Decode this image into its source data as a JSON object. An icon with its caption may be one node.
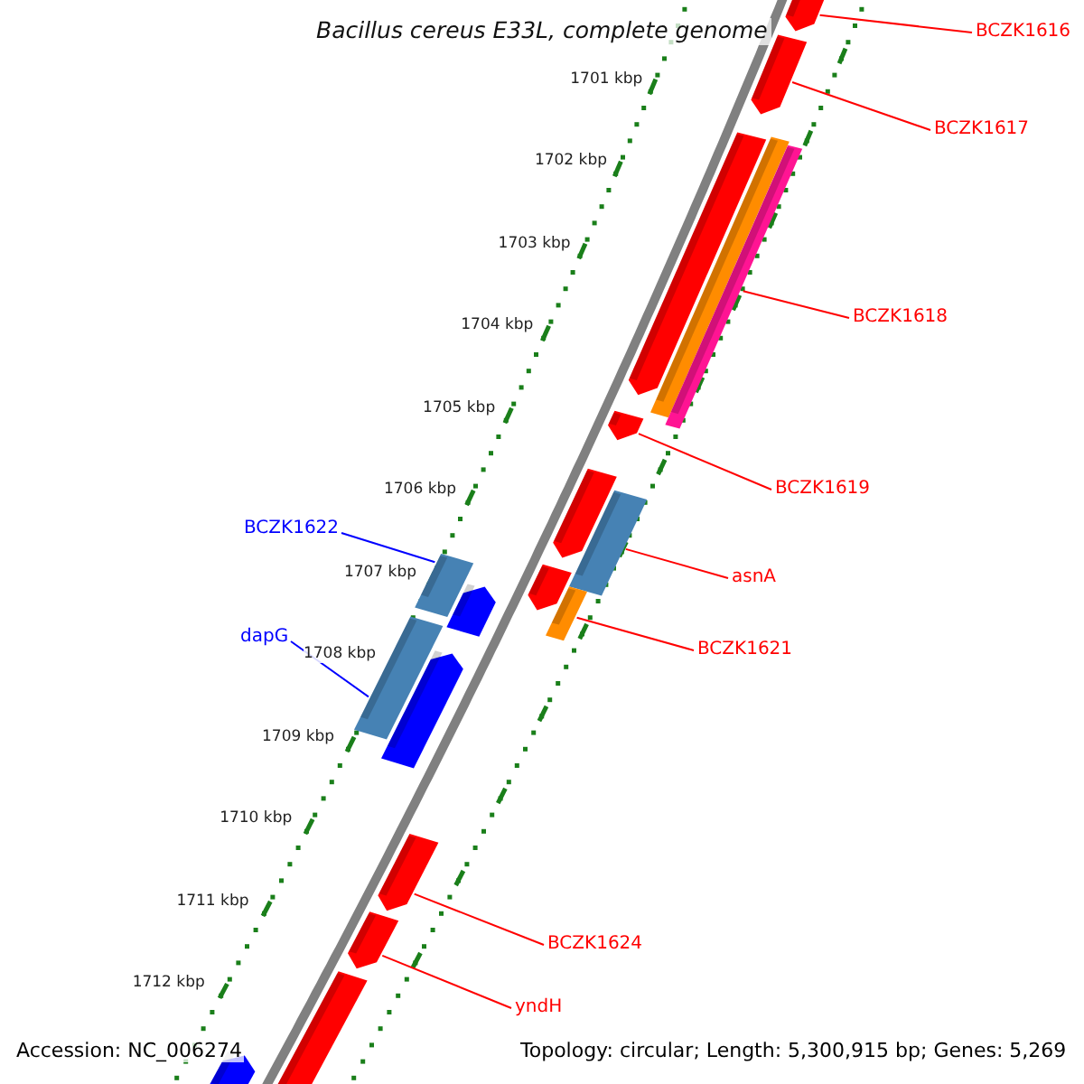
{
  "diagram": {
    "title": "Bacillus cereus E33L, complete genome",
    "nodes": [
      {
        "text": [
          "BCZK1616"
        ]
      },
      {
        "text": [
          "BCZK1617"
        ]
      },
      {
        "text": [
          "BCZK1618"
        ]
      },
      {
        "text": [
          "BCZK1619"
        ]
      },
      {
        "text": [
          "asnA"
        ]
      },
      {
        "text": [
          "BCZK1621"
        ]
      },
      {
        "text": [
          "BCZK1622"
        ]
      },
      {
        "text": [
          "dapG"
        ]
      },
      {
        "text": [
          "BCZK1624"
        ]
      },
      {
        "text": [
          "yndH"
        ]
      },
      {
        "text": [],
        "shape": "bar"
      },
      {
        "text": [],
        "shape": "bar"
      },
      {
        "text": [],
        "shape": "bar"
      },
      {
        "text": [],
        "shape": "bar"
      },
      {
        "text": [],
        "shape": "bar"
      },
      {
        "text": [],
        "shape": "bar"
      },
      {
        "text": [],
        "shape": "bar"
      },
      {
        "text": [],
        "shape": "bar"
      },
      {
        "text": [],
        "shape": "bar"
      },
      {
        "text": [],
        "shape": "bar"
      }
    ],
    "edges": [
      {
        "from": 0,
        "to": 10,
        "arrow": "none"
      },
      {
        "from": 1,
        "to": 11,
        "arrow": "none"
      },
      {
        "from": 2,
        "to": 12,
        "arrow": "none"
      },
      {
        "from": 3,
        "to": 13,
        "arrow": "none"
      },
      {
        "from": 4,
        "to": 14,
        "arrow": "none"
      },
      {
        "from": 5,
        "to": 15,
        "arrow": "none"
      },
      {
        "from": 6,
        "to": 16,
        "arrow": "none",
        "color": "#0000ff"
      },
      {
        "from": 7,
        "to": 17,
        "arrow": "none",
        "color": "#0000ff"
      },
      {
        "from": 8,
        "to": 18,
        "arrow": "none"
      },
      {
        "from": 9,
        "to": 19,
        "arrow": "none"
      }
    ],
    "labels": [
      "1701 kbp",
      "1702 kbp",
      "1703 kbp",
      "1704 kbp",
      "1705 kbp",
      "1706 kbp",
      "1707 kbp",
      "1708 kbp",
      "1709 kbp",
      "1710 kbp",
      "1711 kbp",
      "1712 kbp",
      "Accession: NC_006274",
      "Topology: circular; Length: 5,300,915 bp; Genes: 5,269"
    ]
  }
}
